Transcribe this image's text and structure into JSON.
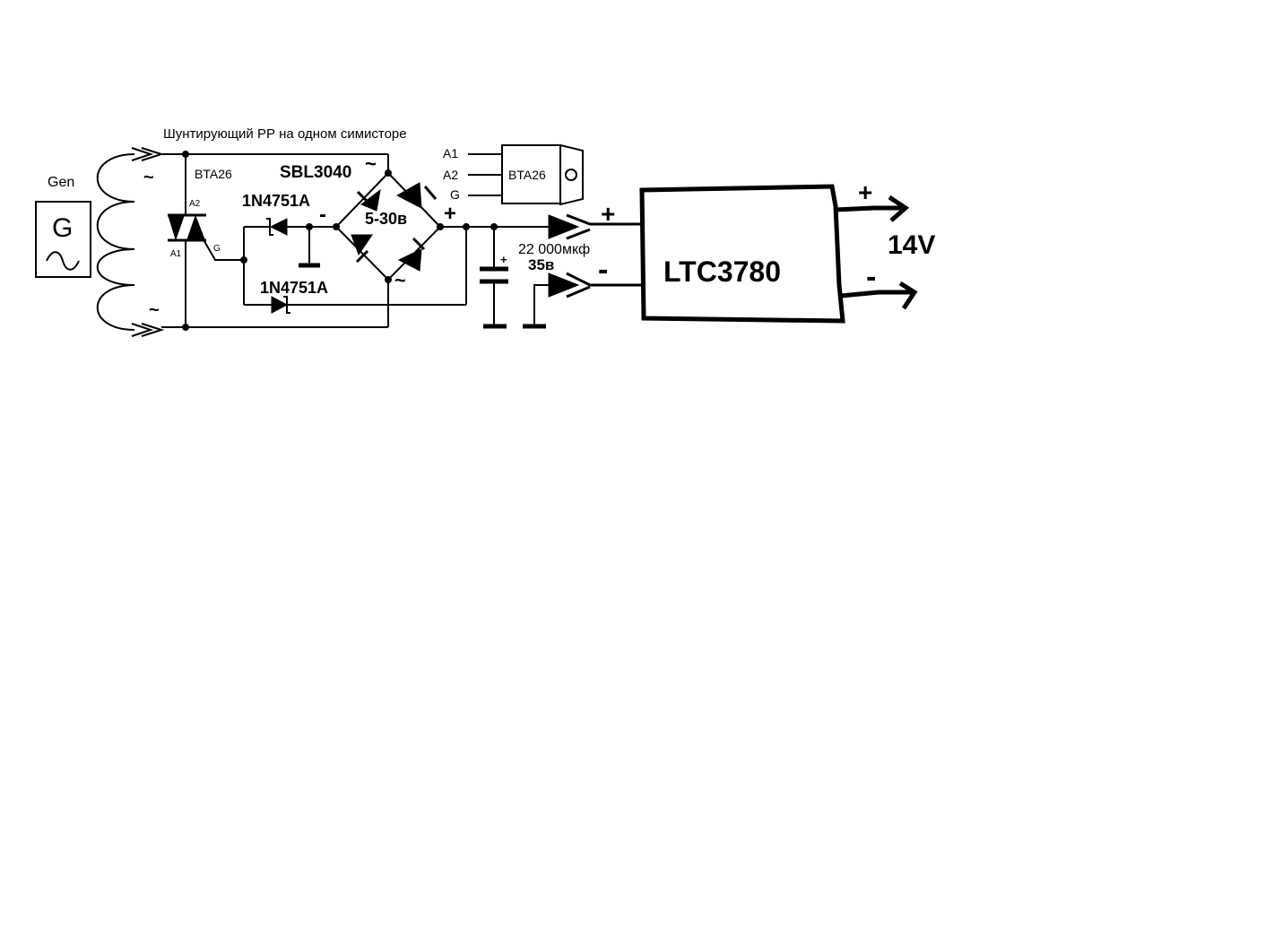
{
  "title": "Шунтирующий РР на одном симисторе",
  "generator": {
    "label": "Gen",
    "symbol": "G",
    "terminal_ac": "~"
  },
  "triac": {
    "part": "BTA26",
    "pin_a2": "A2",
    "pin_a1": "A1",
    "pin_g": "G"
  },
  "triac_package": {
    "part": "BTA26",
    "pins": [
      "A1",
      "A2",
      "G"
    ]
  },
  "bridge": {
    "part": "SBL3040",
    "voltage": "5-30в",
    "ac_symbol": "~",
    "plus": "+",
    "minus": "-"
  },
  "zener_top": "1N4751A",
  "zener_bottom": "1N4751A",
  "capacitor": {
    "capacitance": "22 000мкф",
    "voltage": "35в",
    "polarity": "+"
  },
  "converter": {
    "part": "LTC3780",
    "in_plus": "+",
    "in_minus": "-",
    "out_plus": "+",
    "out_minus": "-",
    "output_voltage": "14V"
  }
}
